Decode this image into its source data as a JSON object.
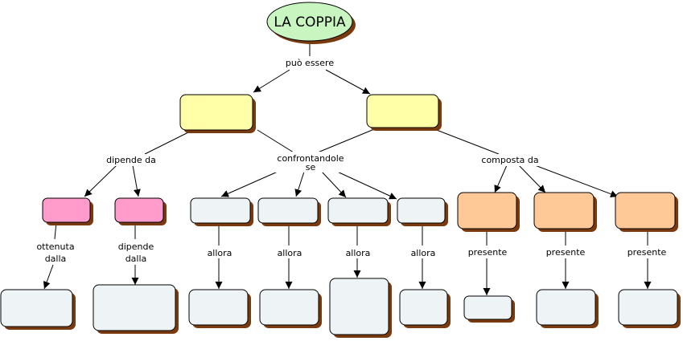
{
  "root": {
    "label": "LA COPPIA",
    "color": "#c9f5c0"
  },
  "links": {
    "puo_essere": "può essere",
    "dipende_da": "dipende da",
    "confrontandole_1": "confrontandole",
    "confrontandole_2": "se",
    "composta_da": "composta da",
    "ottenuta_1": "ottenuta",
    "ottenuta_2": "dalla",
    "dipende_1": "dipende",
    "dipende_2": "dalla",
    "allora_1": "allora",
    "allora_2": "allora",
    "allora_3": "allora",
    "allora_4": "allora",
    "presente_1": "presente",
    "presente_2": "presente",
    "presente_3": "presente"
  },
  "colors": {
    "yellow": "#ffffa8",
    "pink": "#ff9ccb",
    "pale": "#eef3f5",
    "peach": "#ffc896",
    "shadow": "#7a3a10",
    "stroke": "#000000"
  }
}
